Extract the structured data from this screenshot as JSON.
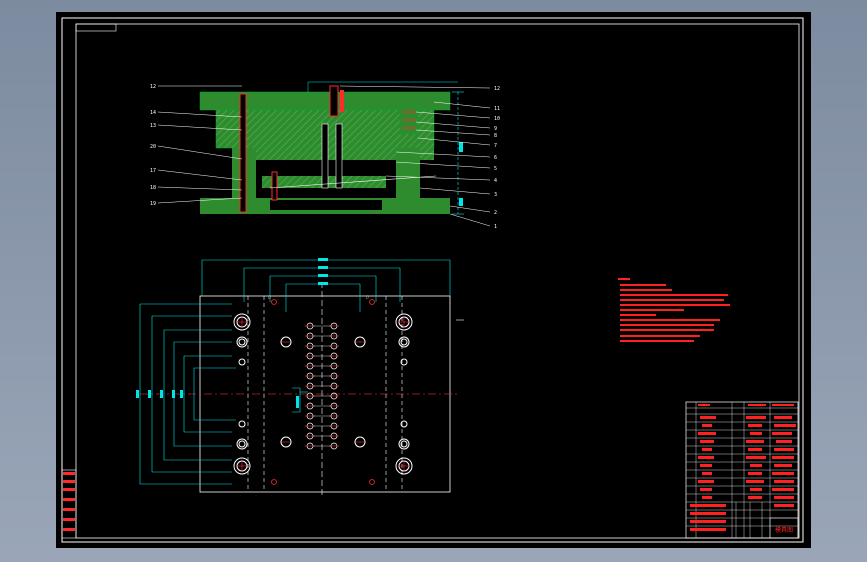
{
  "colors": {
    "background": "#000000",
    "frame": "#ffffff",
    "mold_plate": "#2e8b2e",
    "mold_hatch": "#56b356",
    "dimension": "#00e5e5",
    "pins": "#ff2a2a",
    "notes": "#ff2020",
    "center_line": "#ff4040",
    "window_chrome": "#8c98ab"
  },
  "title_block": {
    "stamp": "模具图"
  },
  "section_view": {
    "callouts_left": [
      "12",
      "14",
      "13",
      "20",
      "17",
      "18",
      "19"
    ],
    "callouts_right": [
      "12",
      "11",
      "10",
      "9",
      "8",
      "7",
      "6",
      "5",
      "4",
      "3",
      "2",
      "1"
    ]
  }
}
